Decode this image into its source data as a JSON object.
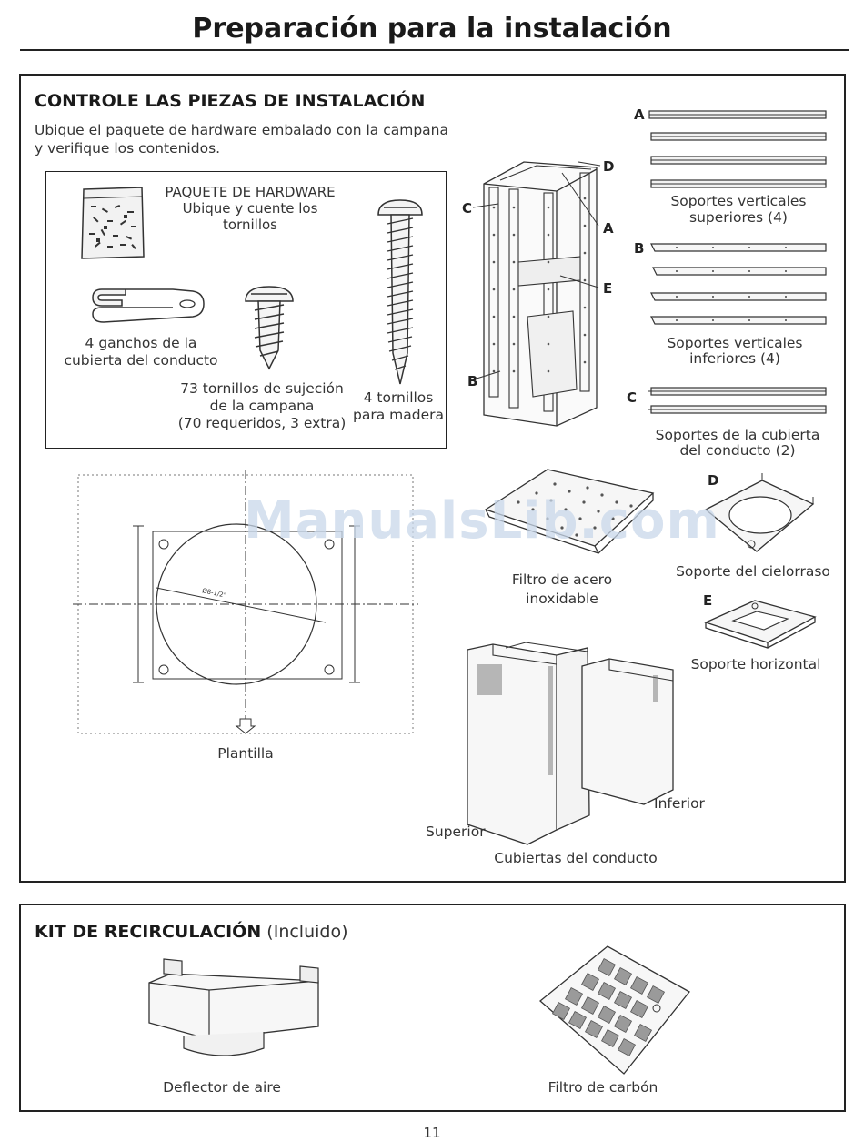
{
  "page": {
    "title": "Preparación para la instalación",
    "number": "11",
    "watermark": "ManualsLib.com"
  },
  "parts_section": {
    "heading": "CONTROLE LAS PIEZAS DE INSTALACIÓN",
    "intro_line1": "Ubique el paquete de hardware embalado con la campana",
    "intro_line2": "y verifique los contenidos.",
    "hardware": {
      "line1": "PAQUETE DE HARDWARE",
      "line2": "Ubique y cuente los",
      "line3": "tornillos",
      "hooks_line1": "4 ganchos de la",
      "hooks_line2": "cubierta del conducto",
      "screws_line1": "73 tornillos de sujeción",
      "screws_line2": "de la campana",
      "screws_line3": "(70 requeridos, 3 extra)",
      "wood_line1": "4 tornillos",
      "wood_line2": "para madera"
    },
    "assembly_callouts": {
      "d": "D",
      "c": "C",
      "a": "A",
      "e": "E",
      "b": "B"
    },
    "brackets": {
      "a_letter": "A",
      "a_line1": "Soportes verticales",
      "a_line2": "superiores (4)",
      "b_letter": "B",
      "b_line1": "Soportes verticales",
      "b_line2": "inferiores (4)",
      "c_letter": "C",
      "c_line1": "Soportes de la cubierta",
      "c_line2": "del conducto (2)"
    },
    "template": {
      "label": "Plantilla",
      "diameter": "Ø8-1/2\""
    },
    "filter": {
      "line1": "Filtro de acero",
      "line2": "inoxidable"
    },
    "ceiling": {
      "letter": "D",
      "label": "Soporte del cielorraso"
    },
    "horizontal": {
      "letter": "E",
      "label": "Soporte horizontal"
    },
    "duct": {
      "upper": "Superior",
      "lower": "Inferior",
      "caption": "Cubiertas del conducto"
    }
  },
  "kit_section": {
    "heading": "KIT DE RECIRCULACIÓN",
    "heading_note": "(Incluido)",
    "deflector": "Deflector de aire",
    "carbon": "Filtro de carbón"
  }
}
